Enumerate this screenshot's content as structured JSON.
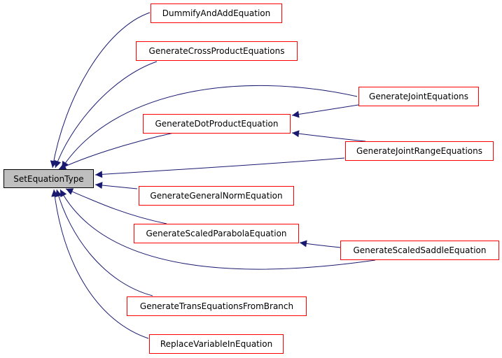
{
  "colors": {
    "edge": "#191970",
    "node_border": "#ff0000",
    "root_fill": "#bfbfbf",
    "root_border": "#000000"
  },
  "nodes": {
    "root": "SetEquationType",
    "dummify": "DummifyAndAddEquation",
    "cross": "GenerateCrossProductEquations",
    "dot": "GenerateDotProductEquation",
    "joint": "GenerateJointEquations",
    "jointrange": "GenerateJointRangeEquations",
    "norm": "GenerateGeneralNormEquation",
    "parabola": "GenerateScaledParabolaEquation",
    "saddle": "GenerateScaledSaddleEquation",
    "trans": "GenerateTransEquationsFromBranch",
    "replace": "ReplaceVariableInEquation"
  },
  "edges": [
    {
      "from": "dummify",
      "to": "root"
    },
    {
      "from": "cross",
      "to": "root"
    },
    {
      "from": "dot",
      "to": "root"
    },
    {
      "from": "joint",
      "to": "root"
    },
    {
      "from": "jointrange",
      "to": "root"
    },
    {
      "from": "norm",
      "to": "root"
    },
    {
      "from": "parabola",
      "to": "root"
    },
    {
      "from": "saddle",
      "to": "root"
    },
    {
      "from": "trans",
      "to": "root"
    },
    {
      "from": "replace",
      "to": "root"
    },
    {
      "from": "joint",
      "to": "dot"
    },
    {
      "from": "jointrange",
      "to": "dot"
    },
    {
      "from": "saddle",
      "to": "parabola"
    }
  ]
}
